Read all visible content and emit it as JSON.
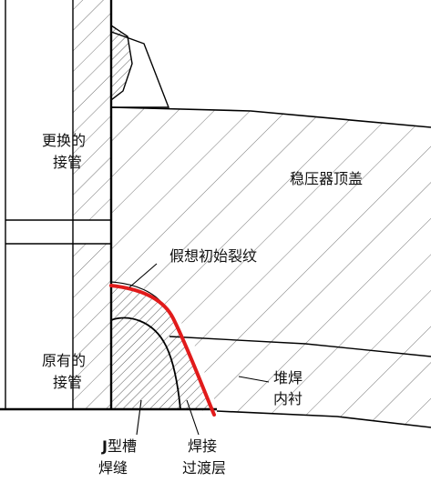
{
  "labels": {
    "replaced_pipe_line1": "更换的",
    "replaced_pipe_line2": "接管",
    "pressurizer_head": "稳压器顶盖",
    "crack": "假想初始裂纹",
    "original_pipe_line1": "原有的",
    "original_pipe_line2": "接管",
    "cladding_line1": "堆焊",
    "cladding_line2": "内衬",
    "jweld_prefix": "J",
    "jweld_line1_rest": "型槽",
    "jweld_line2": "焊缝",
    "buttering_line1": "焊接",
    "buttering_line2": "过渡层"
  },
  "colors": {
    "line": "#000000",
    "crack": "#e11b1b",
    "hatch": "#555555",
    "background": "#ffffff"
  }
}
